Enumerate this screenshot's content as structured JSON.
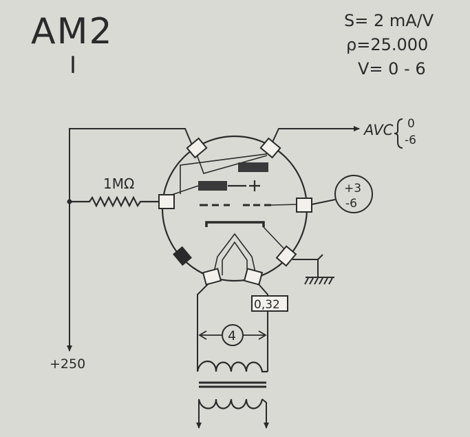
{
  "tube": {
    "name": "AM2",
    "index": "I"
  },
  "specs": {
    "s": "S= 2 mA/V",
    "rho": "ρ=25.000",
    "v": "V= 0 - 6"
  },
  "labels": {
    "resistor": "1MΩ",
    "avc": "AVC",
    "avc_top": "0",
    "avc_bottom": "-6",
    "grid_bias_top": "+3",
    "grid_bias_bottom": "-6",
    "heater_voltage": "0,32",
    "heater_current": "4",
    "supply": "+250"
  }
}
